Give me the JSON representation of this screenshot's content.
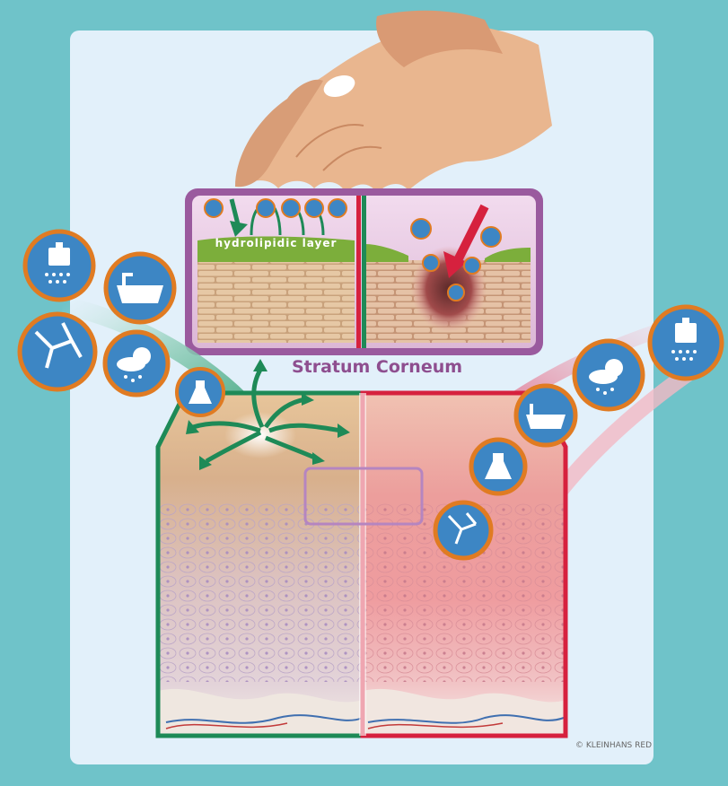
{
  "title": "Stratum Corneum",
  "layer_label": "hydrolipidic layer",
  "copyright": "© KLEINHANS RED",
  "icons": {
    "left": [
      "weight-icon",
      "bathtub-icon",
      "cracked-skin-icon",
      "weather-icon",
      "flask-icon"
    ],
    "right": [
      "weight-icon",
      "weather-icon",
      "bathtub-icon",
      "flask-icon",
      "cracked-skin-icon"
    ],
    "top_left": [
      "cracked-skin-icon",
      "flask-icon",
      "bathtub-icon",
      "bathtub-icon",
      "bathtub-icon",
      "flask-icon"
    ],
    "top_right": [
      "bathtub-icon",
      "weight-icon",
      "cracked-skin-icon",
      "bathtub-icon",
      "flask-icon"
    ]
  },
  "colors": {
    "background": "#6fc3c9",
    "card": "#e2f0fa",
    "healthy": "#1e8a57",
    "damaged": "#d6213e",
    "frame": "#9a5a9e",
    "title": "#8e4e8f",
    "icon_fill": "#3d86c4",
    "icon_ring": "#e07b22"
  }
}
